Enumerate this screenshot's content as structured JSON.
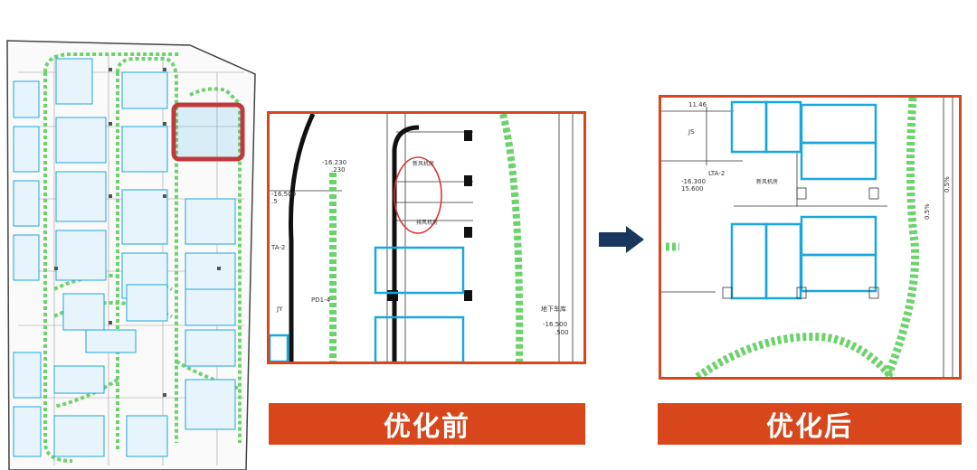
{
  "panels": {
    "before": {
      "caption": "优化前",
      "annotations": {
        "elev_top_a": "-16.230",
        "elev_top_b": ".230",
        "elev_left_a": "-16.500",
        "elev_left_b": ".5",
        "label_ta": "TA-2",
        "label_pd": "PD1-4",
        "label_jy": "JY",
        "label_garage": "地下车库",
        "elev_right_a": "-16.500",
        "elev_right_b": ".500",
        "room_top": "新风机房",
        "room_bottom": "排风机房"
      }
    },
    "after": {
      "caption": "优化后",
      "annotations": {
        "label_js": "JS",
        "label_room": "新风机房",
        "elev_a": "-16.300",
        "elev_b": "15.600",
        "label_ta": "LTA-2",
        "slope_a": "0.5%",
        "slope_b": "0.5%",
        "top_note": "11.46"
      }
    }
  },
  "colors": {
    "accent": "#d8471c",
    "parking": "#1aa7e0",
    "lane": "#6cd36c",
    "highlight": "#c0393b",
    "arrow": "#17375e"
  },
  "icons": {
    "arrow": "right-arrow-icon"
  }
}
